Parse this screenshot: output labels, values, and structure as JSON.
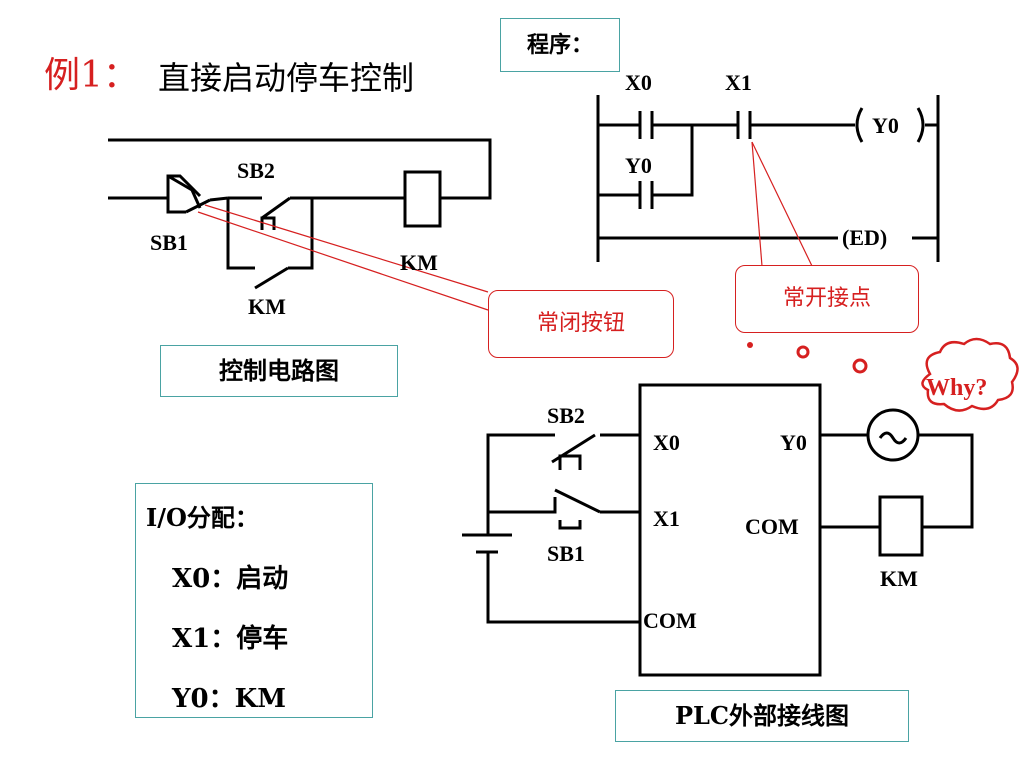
{
  "title": {
    "prefix": "例1：",
    "main": "直接启动停车控制"
  },
  "program_label": "程序：",
  "control_circuit": {
    "sb1": "SB1",
    "sb2": "SB2",
    "km_coil": "KM",
    "km_contact": "KM",
    "caption": "控制电路图"
  },
  "ladder": {
    "x0": "X0",
    "x1": "X1",
    "y0_contact": "Y0",
    "y0_coil": "Y0",
    "end": "(ED)"
  },
  "callouts": {
    "nc_button": "常闭按钮",
    "no_contact": "常开接点",
    "why": "Why?"
  },
  "io_assignment": {
    "heading": "I/O分配：",
    "rows": [
      "X0：启动",
      "X1：停车",
      "Y0：KM"
    ]
  },
  "plc_wiring": {
    "sb2": "SB2",
    "sb1": "SB1",
    "x0": "X0",
    "x1": "X1",
    "com_in": "COM",
    "y0": "Y0",
    "com_out": "COM",
    "km": "KM",
    "caption": "PLC外部接线图"
  },
  "colors": {
    "title_accent": "#d62020",
    "box_border": "#4aa3a3",
    "callout": "#d62020"
  }
}
